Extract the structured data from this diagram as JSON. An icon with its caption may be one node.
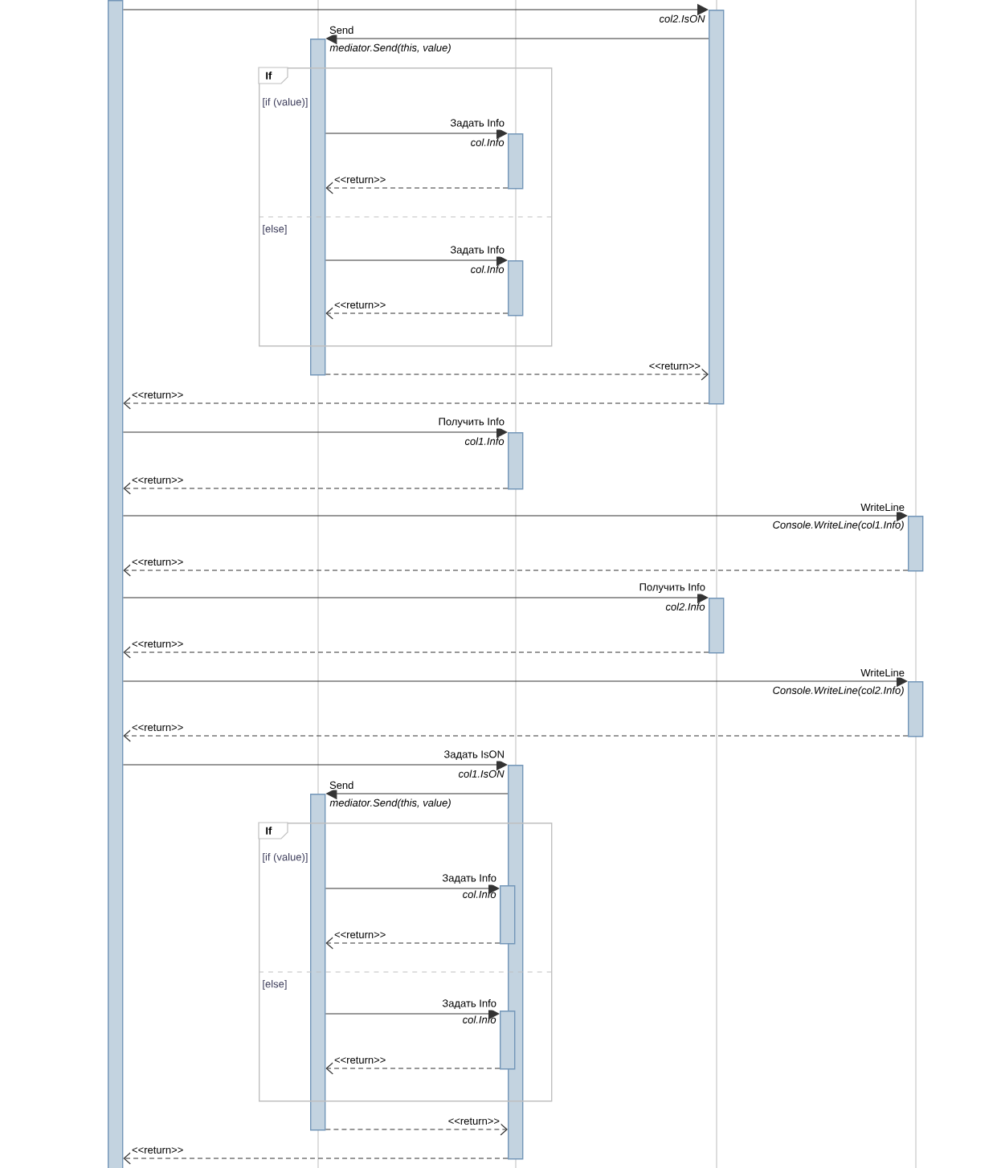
{
  "diagram": {
    "nodes": [
      {
        "text": [],
        "shape": "bar"
      },
      {
        "text": [],
        "shape": "bar",
        "beside": [
          "col2.IsON"
        ]
      },
      {
        "text": [],
        "shape": "bar",
        "beside": [
          "mediator.Send(this, value)"
        ]
      },
      {
        "text": [
          "If",
          "[if (value)]",
          "[else]"
        ]
      },
      {
        "text": [],
        "shape": "bar",
        "beside": [
          "col.Info"
        ],
        "in": 3
      },
      {
        "text": [],
        "shape": "bar",
        "beside": [
          "col.Info"
        ],
        "in": 3
      },
      {
        "text": [],
        "shape": "bar",
        "beside": [
          "col1.Info"
        ]
      },
      {
        "text": [],
        "shape": "bar",
        "beside": [
          "Console.WriteLine(col1.Info)"
        ]
      },
      {
        "text": [],
        "shape": "bar",
        "beside": [
          "col2.Info"
        ]
      },
      {
        "text": [],
        "shape": "bar",
        "beside": [
          "Console.WriteLine(col2.Info)"
        ]
      },
      {
        "text": [],
        "shape": "bar",
        "beside": [
          "col1.IsON"
        ]
      },
      {
        "text": [],
        "shape": "bar",
        "beside": [
          "mediator.Send(this, value)"
        ]
      },
      {
        "text": [
          "If",
          "[if (value)]",
          "[else]"
        ]
      },
      {
        "text": [],
        "shape": "bar",
        "beside": [
          "col.Info"
        ],
        "in": 12
      },
      {
        "text": [],
        "shape": "bar",
        "beside": [
          "col.Info"
        ],
        "in": 12
      }
    ],
    "edges": [
      {
        "from": 0,
        "to": 1,
        "arrow": "to"
      },
      {
        "from": 1,
        "to": 2,
        "arrow": "to",
        "label": "Send"
      },
      {
        "from": 2,
        "to": 4,
        "arrow": "to",
        "label": "Задать Info"
      },
      {
        "from": 4,
        "to": 2,
        "arrow": "to",
        "label": "<<return>>",
        "style": "dashed"
      },
      {
        "from": 2,
        "to": 5,
        "arrow": "to",
        "label": "Задать Info"
      },
      {
        "from": 5,
        "to": 2,
        "arrow": "to",
        "label": "<<return>>",
        "style": "dashed"
      },
      {
        "from": 2,
        "to": 1,
        "arrow": "to",
        "label": "<<return>>",
        "style": "dashed"
      },
      {
        "from": 1,
        "to": 0,
        "arrow": "to",
        "label": "<<return>>",
        "style": "dashed"
      },
      {
        "from": 0,
        "to": 6,
        "arrow": "to",
        "label": "Получить Info"
      },
      {
        "from": 6,
        "to": 0,
        "arrow": "to",
        "label": "<<return>>",
        "style": "dashed"
      },
      {
        "from": 0,
        "to": 7,
        "arrow": "to",
        "label": "WriteLine"
      },
      {
        "from": 7,
        "to": 0,
        "arrow": "to",
        "label": "<<return>>",
        "style": "dashed"
      },
      {
        "from": 0,
        "to": 8,
        "arrow": "to",
        "label": "Получить Info"
      },
      {
        "from": 8,
        "to": 0,
        "arrow": "to",
        "label": "<<return>>",
        "style": "dashed"
      },
      {
        "from": 0,
        "to": 9,
        "arrow": "to",
        "label": "WriteLine"
      },
      {
        "from": 9,
        "to": 0,
        "arrow": "to",
        "label": "<<return>>",
        "style": "dashed"
      },
      {
        "from": 0,
        "to": 10,
        "arrow": "to",
        "label": "Задать IsON"
      },
      {
        "from": 10,
        "to": 11,
        "arrow": "to",
        "label": "Send"
      },
      {
        "from": 11,
        "to": 13,
        "arrow": "to",
        "label": "Задать Info"
      },
      {
        "from": 13,
        "to": 11,
        "arrow": "to",
        "label": "<<return>>",
        "style": "dashed"
      },
      {
        "from": 11,
        "to": 14,
        "arrow": "to",
        "label": "Задать Info"
      },
      {
        "from": 14,
        "to": 11,
        "arrow": "to",
        "label": "<<return>>",
        "style": "dashed"
      },
      {
        "from": 11,
        "to": 10,
        "arrow": "to",
        "label": "<<return>>",
        "style": "dashed"
      },
      {
        "from": 10,
        "to": 0,
        "arrow": "to",
        "label": "<<return>>",
        "style": "dashed"
      }
    ]
  }
}
